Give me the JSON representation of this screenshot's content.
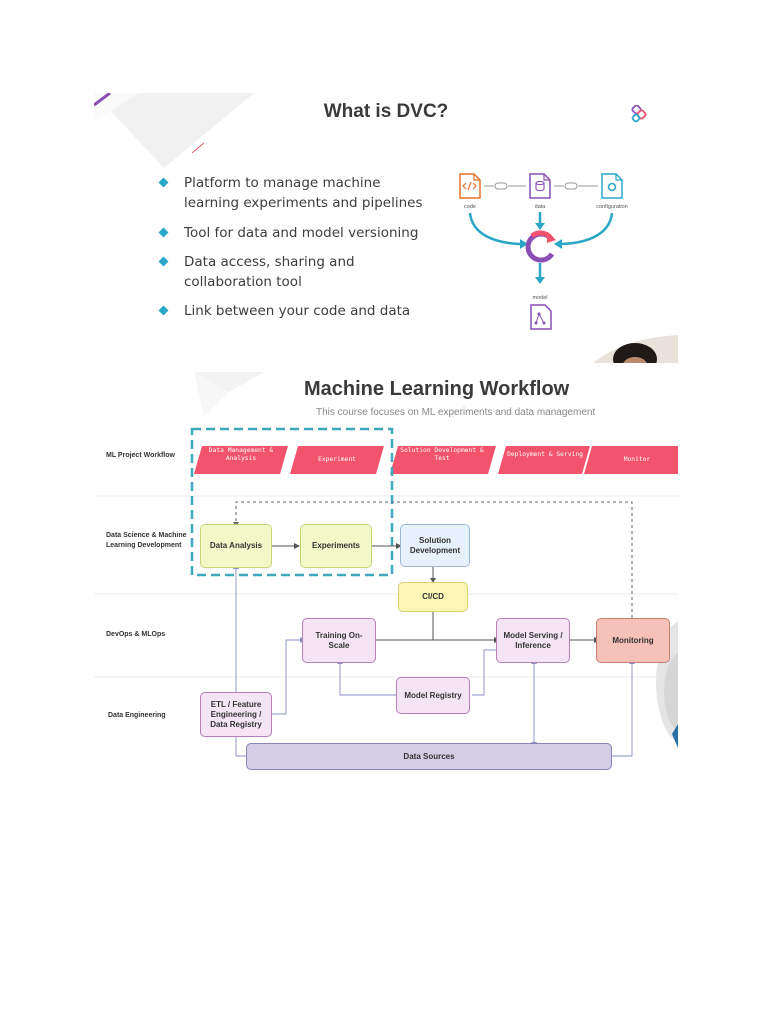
{
  "slide1": {
    "title": "What is DVC?",
    "bullets": [
      "Platform to manage machine learning experiments and pipelines",
      "Tool for data and model versioning",
      "Data access, sharing and collaboration tool",
      "Link between your code and data"
    ],
    "diagram": {
      "labels": {
        "code": "code",
        "data": "data",
        "configuration": "configuration",
        "model": "model"
      }
    },
    "colors": {
      "bullet": "#2aa7c6",
      "code": "#e8702a",
      "data": "#8a4fb5",
      "configuration": "#2aa7c6",
      "arrow": "#2aa7c6"
    }
  },
  "slide2": {
    "title": "Machine Learning Workflow",
    "subtitle": "This course focuses on ML experiments and data management",
    "lanes": {
      "project": "ML Project Workflow",
      "dsml": "Data Science & Machine Learning Development",
      "devops": "DevOps & MLOps",
      "dataeng": "Data Engineering"
    },
    "stages": [
      "Data Management & Analysis",
      "Experiment",
      "Solution Development & Test",
      "Deployment & Serving",
      "Monitor"
    ],
    "nodes": {
      "data_analysis": "Data Analysis",
      "experiments": "Experiments",
      "solution_development": "Solution Development",
      "cicd": "CI/CD",
      "training": "Training On-Scale",
      "model_serving": "Model Serving / Inference",
      "monitoring": "Monitoring",
      "model_registry": "Model Registry",
      "etl": "ETL / Feature Engineering / Data Registry",
      "data_sources": "Data Sources"
    },
    "colors": {
      "stage_chevron": "#f2536d",
      "focus_box": "#3fa8bd"
    }
  }
}
